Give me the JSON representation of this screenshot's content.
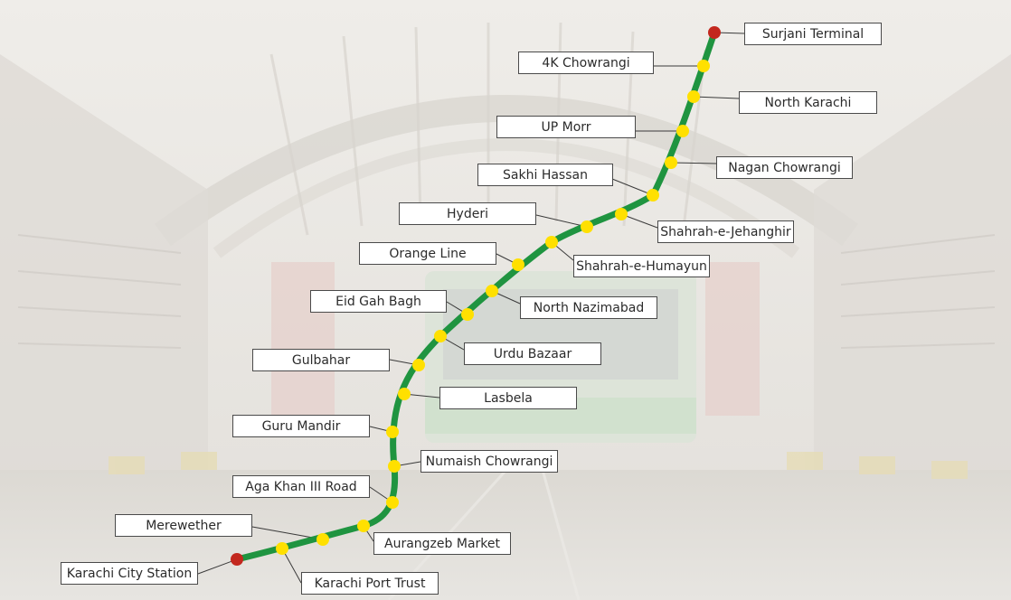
{
  "map": {
    "line_color": "#1f9440",
    "station_color": "#ffe000",
    "terminal_color": "#c3281e",
    "leader_color": "#3a3a3a",
    "stations": [
      {
        "id": "surjani",
        "name": "Surjani Terminal",
        "terminal": true
      },
      {
        "id": "4k",
        "name": "4K Chowrangi"
      },
      {
        "id": "north-karachi",
        "name": "North Karachi"
      },
      {
        "id": "up-morr",
        "name": "UP Morr"
      },
      {
        "id": "nagan",
        "name": "Nagan Chowrangi"
      },
      {
        "id": "sakhi-hassan",
        "name": "Sakhi Hassan"
      },
      {
        "id": "jehanghir",
        "name": "Shahrah-e-Jehanghir"
      },
      {
        "id": "hyderi",
        "name": "Hyderi"
      },
      {
        "id": "humayun",
        "name": "Shahrah-e-Humayun"
      },
      {
        "id": "orange-line",
        "name": "Orange Line"
      },
      {
        "id": "north-nazimabad",
        "name": "North Nazimabad"
      },
      {
        "id": "eid-gah",
        "name": "Eid Gah Bagh"
      },
      {
        "id": "urdu-bazaar",
        "name": "Urdu Bazaar"
      },
      {
        "id": "gulbahar",
        "name": "Gulbahar"
      },
      {
        "id": "lasbela",
        "name": "Lasbela"
      },
      {
        "id": "guru-mandir",
        "name": "Guru Mandir"
      },
      {
        "id": "numaish",
        "name": "Numaish Chowrangi"
      },
      {
        "id": "aga-khan",
        "name": "Aga Khan III Road"
      },
      {
        "id": "aurangzeb",
        "name": "Aurangzeb Market"
      },
      {
        "id": "merewether",
        "name": "Merewether"
      },
      {
        "id": "port-trust",
        "name": "Karachi Port Trust"
      },
      {
        "id": "city-station",
        "name": "Karachi City Station",
        "terminal": true
      }
    ]
  }
}
